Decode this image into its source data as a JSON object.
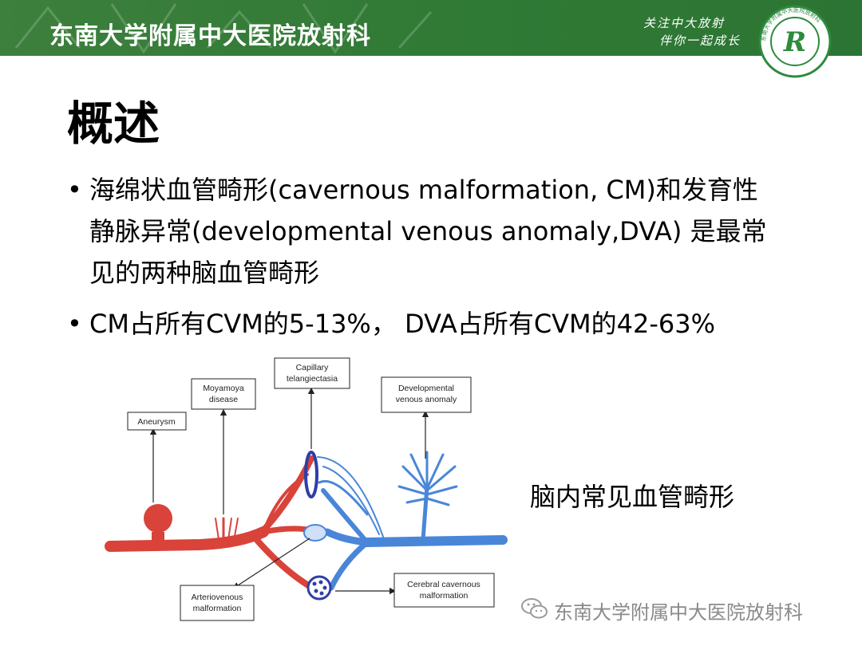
{
  "header": {
    "institution": "东南大学附属中大医院放射科",
    "slogan_line1": "关注中大放射",
    "slogan_line2": "伴你一起成长",
    "logo_letter": "R",
    "logo_ring_text": "东南大学附属中大医院放射科"
  },
  "slide": {
    "title": "概述",
    "bullets": [
      {
        "line1": "海绵状血管畸形(cavernous malformation, CM)和发育性",
        "line2": "静脉异常(developmental venous anomaly,DVA) 是最常",
        "line3": "见的两种脑血管畸形"
      },
      {
        "line1": "CM占所有CVM的5-13%， DVA占所有CVM的42-63%"
      }
    ],
    "bullet_symbol": "•",
    "figure_caption": "脑内常见血管畸形"
  },
  "diagram": {
    "labels": {
      "aneurysm": "Aneurysm",
      "moyamoya_1": "Moyamoya",
      "moyamoya_2": "disease",
      "capillary_1": "Capillary",
      "capillary_2": "telangiectasia",
      "dva_1": "Developmental",
      "dva_2": "venous anomaly",
      "avm_1": "Arteriovenous",
      "avm_2": "malformation",
      "ccm_1": "Cerebral cavernous",
      "ccm_2": "malformation"
    },
    "colors": {
      "artery": "#d9433a",
      "vein": "#4a86d8",
      "lesion": "#2f3ea8"
    }
  },
  "watermark": {
    "text": "东南大学附属中大医院放射科"
  },
  "theme": {
    "banner_green": "#2f7a35",
    "logo_green": "#2e8b3d"
  }
}
